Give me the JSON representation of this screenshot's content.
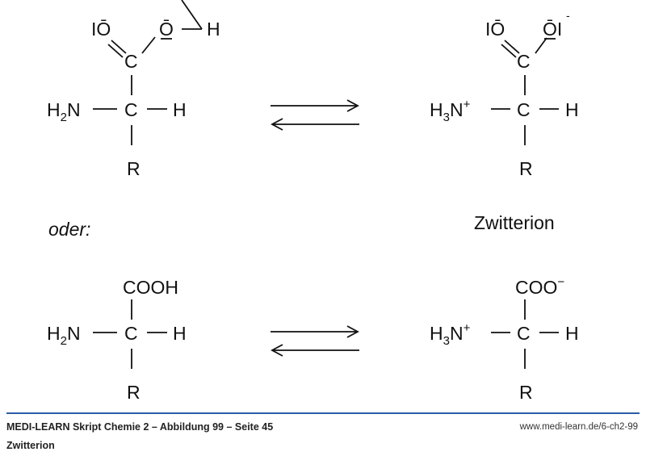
{
  "structures": {
    "top_left": {
      "o_double": "IŌ",
      "o_single": "Ō",
      "h": "H",
      "c_carboxyl": "C",
      "amine": {
        "h": "H",
        "sub": "2",
        "n": "N"
      },
      "c_alpha": "C",
      "h_alpha": "H",
      "r": "R"
    },
    "top_right": {
      "o_double": "IŌ",
      "o_single": "ŌI",
      "charge": "-",
      "c_carboxyl": "C",
      "amine": {
        "h": "H",
        "sub": "3",
        "n": "N",
        "charge": "+"
      },
      "c_alpha": "C",
      "h_alpha": "H",
      "r": "R"
    },
    "bottom_left": {
      "group": "COOH",
      "amine": {
        "h": "H",
        "sub": "2",
        "n": "N"
      },
      "c_alpha": "C",
      "h_alpha": "H",
      "r": "R"
    },
    "bottom_right": {
      "group": "COO",
      "charge": "−",
      "amine": {
        "h": "H",
        "sub": "3",
        "n": "N",
        "charge": "+"
      },
      "c_alpha": "C",
      "h_alpha": "H",
      "r": "R"
    }
  },
  "labels": {
    "oder": "oder:",
    "zwitterion": "Zwitterion"
  },
  "footer": {
    "title": "MEDI-LEARN Skript Chemie 2 – Abbildung 99 – Seite 45",
    "url": "www.medi-learn.de/6-ch2-99",
    "caption": "Zwitterion"
  },
  "colors": {
    "rule": "#2b5ca6"
  }
}
